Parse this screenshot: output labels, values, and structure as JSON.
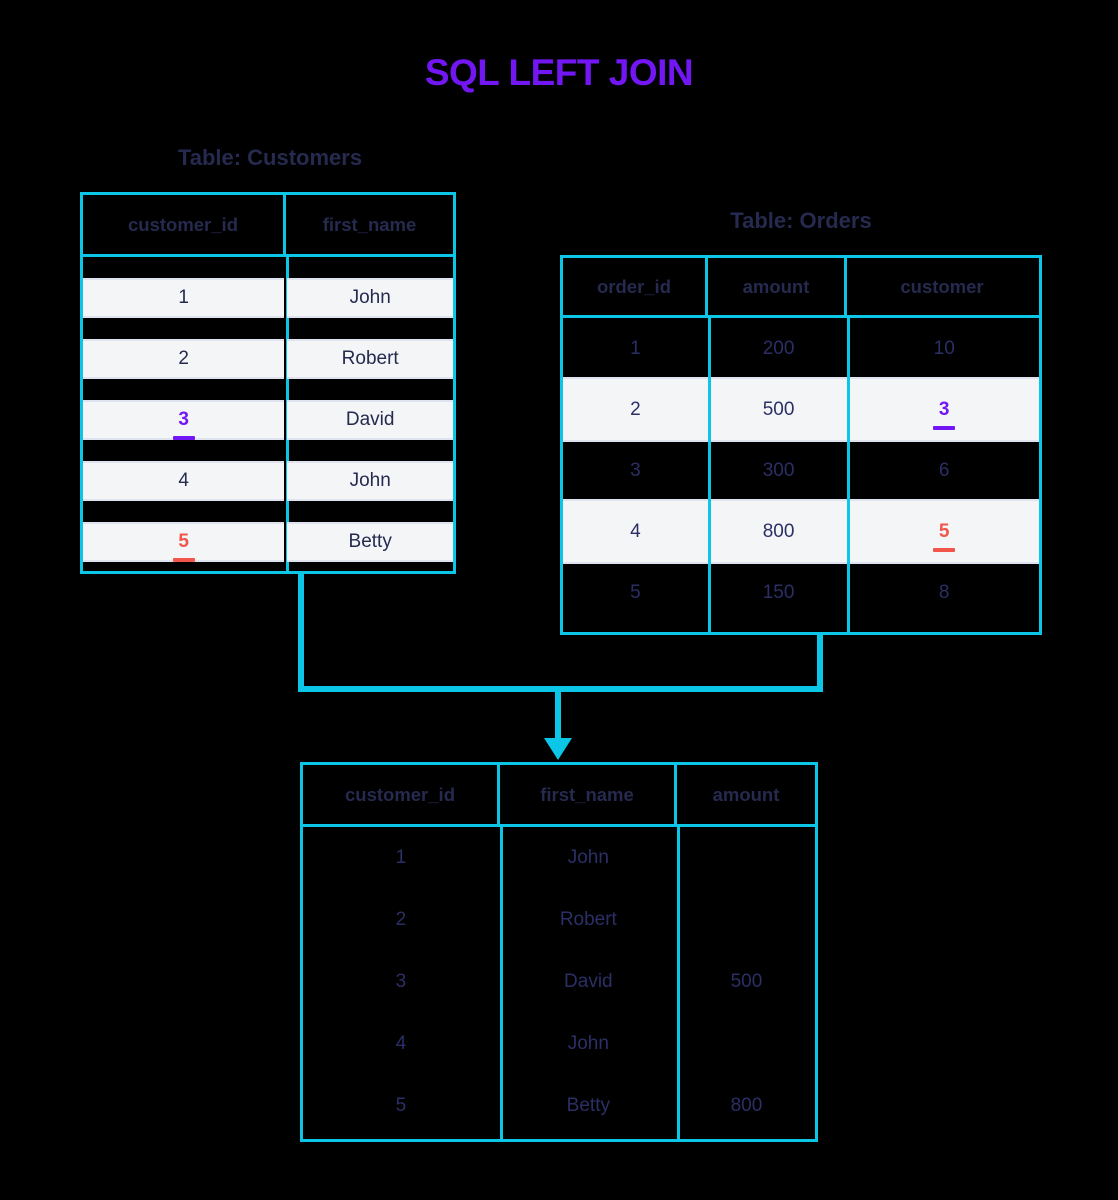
{
  "title": "SQL LEFT JOIN",
  "colors": {
    "accent_purple": "#7216f4",
    "border_cyan": "#0cc6e8",
    "text_navy": "#252a4e",
    "highlight_red": "#f2564b",
    "row_stripe": "#f4f5f7",
    "background": "#000000"
  },
  "customers": {
    "caption": "Table: Customers",
    "columns": [
      "customer_id",
      "first_name"
    ],
    "rows": [
      {
        "customer_id": "1",
        "first_name": "John",
        "key": "none"
      },
      {
        "customer_id": "2",
        "first_name": "Robert",
        "key": "none"
      },
      {
        "customer_id": "3",
        "first_name": "David",
        "key": "purple"
      },
      {
        "customer_id": "4",
        "first_name": "John",
        "key": "none"
      },
      {
        "customer_id": "5",
        "first_name": "Betty",
        "key": "red"
      }
    ]
  },
  "orders": {
    "caption": "Table: Orders",
    "columns": [
      "order_id",
      "amount",
      "customer"
    ],
    "rows": [
      {
        "order_id": "1",
        "amount": "200",
        "customer": "10",
        "key": "none",
        "highlighted": false
      },
      {
        "order_id": "2",
        "amount": "500",
        "customer": "3",
        "key": "purple",
        "highlighted": true
      },
      {
        "order_id": "3",
        "amount": "300",
        "customer": "6",
        "key": "none",
        "highlighted": false
      },
      {
        "order_id": "4",
        "amount": "800",
        "customer": "5",
        "key": "red",
        "highlighted": true
      },
      {
        "order_id": "5",
        "amount": "150",
        "customer": "8",
        "key": "none",
        "highlighted": false
      }
    ]
  },
  "result": {
    "columns": [
      "customer_id",
      "first_name",
      "amount"
    ],
    "rows": [
      {
        "customer_id": "1",
        "first_name": "John",
        "amount": ""
      },
      {
        "customer_id": "2",
        "first_name": "Robert",
        "amount": ""
      },
      {
        "customer_id": "3",
        "first_name": "David",
        "amount": "500"
      },
      {
        "customer_id": "4",
        "first_name": "John",
        "amount": ""
      },
      {
        "customer_id": "5",
        "first_name": "Betty",
        "amount": "800"
      }
    ]
  },
  "connector": {
    "arrow_direction": "down"
  }
}
